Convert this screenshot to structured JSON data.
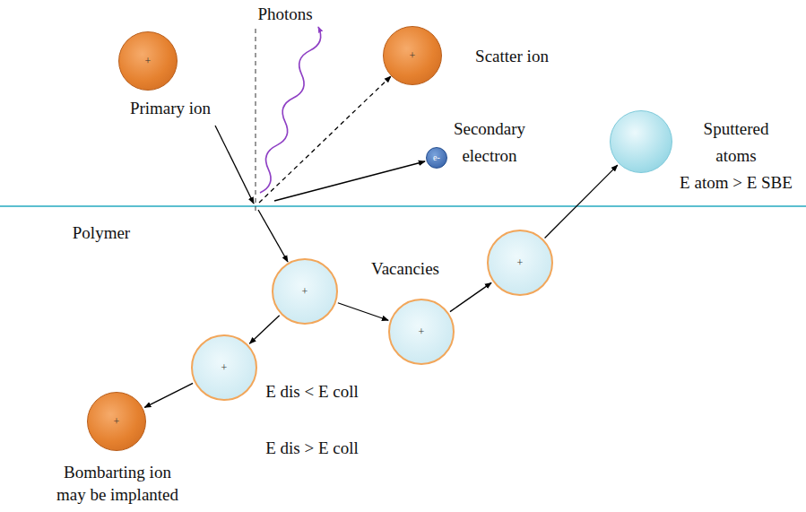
{
  "diagram": {
    "nodes": [
      {
        "text": [
          "+",
          "Primary ion"
        ]
      },
      {
        "text": [
          "+",
          "Scatter ion"
        ]
      },
      {
        "text": [
          "e-",
          "Secondary electron"
        ]
      },
      {
        "text": [
          "Sputtered atoms",
          "E atom > E SBE"
        ]
      },
      {
        "text": [
          "+"
        ]
      },
      {
        "text": [
          "+"
        ]
      },
      {
        "text": [
          "+",
          "Bombarting ion may be implanted"
        ]
      },
      {
        "text": [
          "+"
        ]
      },
      {
        "text": [
          "+"
        ]
      }
    ],
    "edges": [
      {
        "from": 4,
        "to": 5,
        "arrow": "to"
      },
      {
        "from": 5,
        "to": 6,
        "arrow": "to"
      },
      {
        "from": 4,
        "to": 7,
        "arrow": "to"
      },
      {
        "from": 7,
        "to": 8,
        "arrow": "to"
      },
      {
        "from": 8,
        "to": 3,
        "arrow": "to"
      }
    ],
    "labels": [
      "Photons",
      "Polymer",
      "Vacancies",
      "E dis < E coll",
      "E dis > E coll"
    ]
  }
}
